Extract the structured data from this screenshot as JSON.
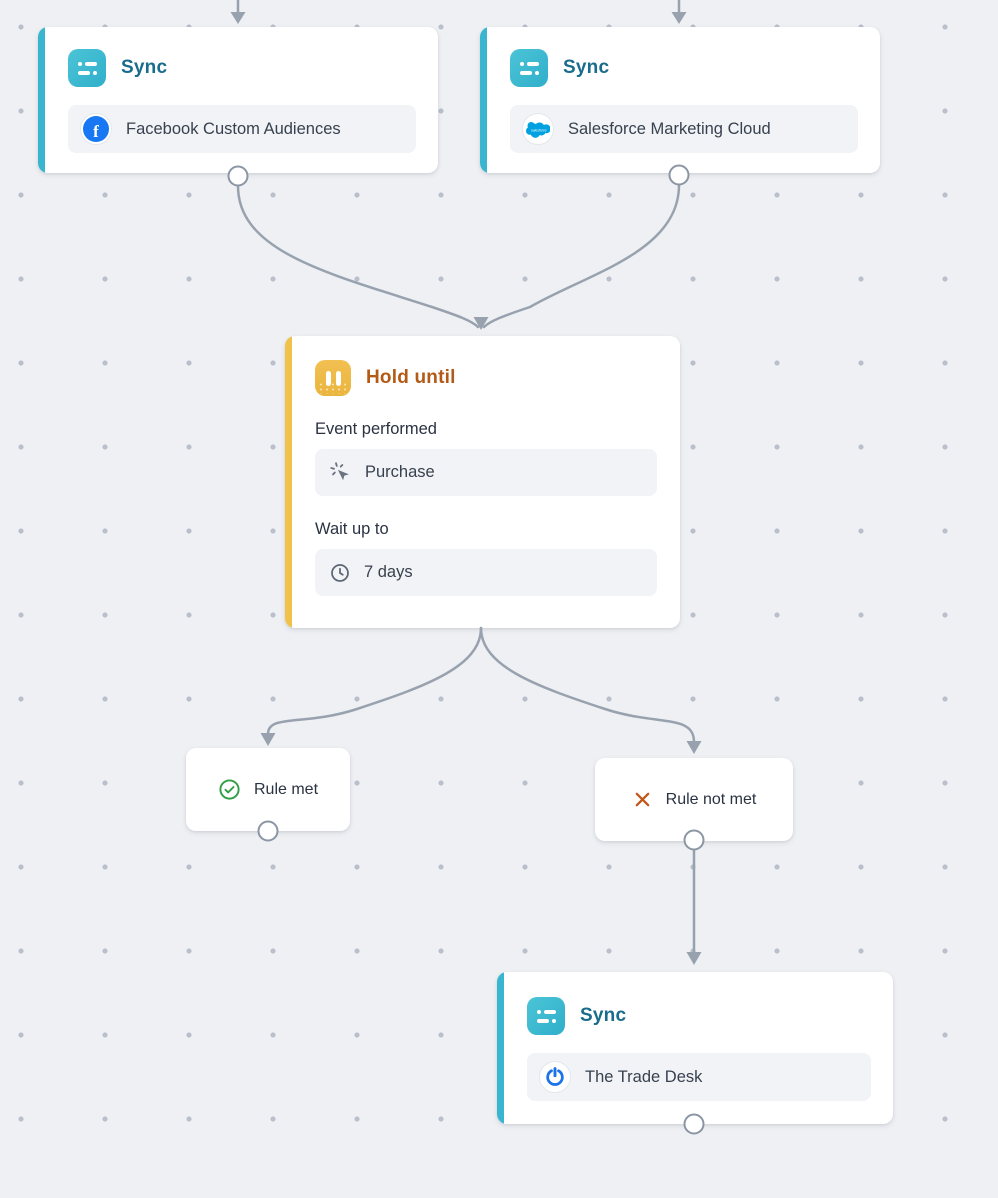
{
  "canvas": {
    "type": "journey-flow-builder",
    "grid": "dotted"
  },
  "nodes": {
    "sync_fb": {
      "title": "Sync",
      "destination": "Facebook Custom Audiences"
    },
    "sync_sfmc": {
      "title": "Sync",
      "destination": "Salesforce Marketing Cloud"
    },
    "hold": {
      "title": "Hold until",
      "event_label": "Event performed",
      "event_value": "Purchase",
      "wait_label": "Wait up to",
      "wait_value": "7 days"
    },
    "rule_met": {
      "label": "Rule met"
    },
    "rule_not_met": {
      "label": "Rule not met"
    },
    "sync_ttd": {
      "title": "Sync",
      "destination": "The Trade Desk"
    }
  },
  "icons": {
    "sync": "sync-node-icon (teal rounded square, dot-dash rows)",
    "hold": "pause-icon (amber rounded square, two bars)",
    "event": "cursor-click-icon",
    "wait": "clock-icon",
    "rule_met": "check-circle-icon",
    "rule_not_met": "x-icon",
    "facebook": "facebook-logo-icon",
    "salesforce": "salesforce-cloud-icon",
    "tradedesk": "the-trade-desk-icon"
  },
  "glyphs": {
    "facebook_f": "f"
  },
  "colors": {
    "canvas_bg": "#eef0f4",
    "grid_dot": "#b9c0cb",
    "edge": "#98a2ae",
    "sync_accent": "#3ab5cf",
    "sync_title": "#1a6c8c",
    "hold_accent": "#f0c14b",
    "hold_title": "#b35a17",
    "rule_met_green": "#2f9e44",
    "rule_not_met_orange": "#c2571c",
    "facebook_blue": "#1877f2",
    "salesforce_blue": "#00a1e0",
    "tradedesk_blue": "#1a73e8"
  }
}
